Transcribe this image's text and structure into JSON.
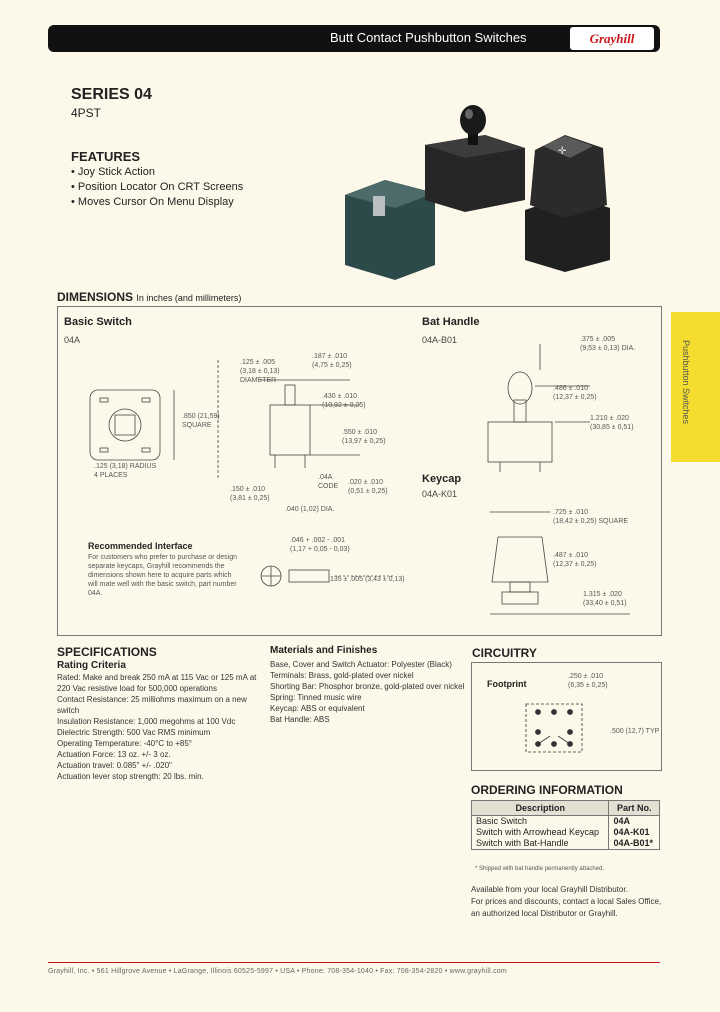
{
  "header": {
    "title": "Butt Contact Pushbutton Switches",
    "brand": "Grayhill"
  },
  "series": {
    "title": "SERIES 04",
    "subtitle": "4PST"
  },
  "features": {
    "heading": "FEATURES",
    "items": [
      "• Joy Stick Action",
      "• Position Locator On CRT Screens",
      "• Moves Cursor On Menu Display"
    ]
  },
  "side_tab": {
    "label": "Pushbutton Switches"
  },
  "dimensions": {
    "heading": "DIMENSIONS",
    "heading_note": "In inches (and millimeters)",
    "basic": {
      "label": "Basic Switch",
      "part": "04A",
      "d1": ".125 ± .005",
      "d1b": "(3,18 ± 0,13)",
      "d1c": "DIAMETER",
      "d2": ".187 ± .010",
      "d2b": "(4,75 ± 0,25)",
      "d3": ".850 (21,59)",
      "d3b": "SQUARE",
      "d4": ".430 ± .010",
      "d4b": "(10,92 ± 0,25)",
      "d5": ".550 ± .010",
      "d5b": "(13,97 ± 0,25)",
      "d6": ".125 (3,18) RADIUS",
      "d6b": "4 PLACES",
      "d7": ".150 ± .010",
      "d7b": "(3,81 ± 0,25)",
      "d8": ".04A",
      "d8b": "CODE",
      "d9": ".020 ± .010",
      "d9b": "(0,51 ± 0,25)",
      "d10": ".040 (1,02) DIA."
    },
    "bat": {
      "label": "Bat Handle",
      "part": "04A-B01",
      "d1": ".375 ± .005",
      "d1b": "(9,53 ± 0,13) DIA.",
      "d2": ".486 ± .010",
      "d2b": "(12,37 ± 0,25)",
      "d3": "1.210 ± .020",
      "d3b": "(30,85 ± 0,51)"
    },
    "keycap": {
      "label": "Keycap",
      "part": "04A-K01",
      "d1": ".725 ± .010",
      "d1b": "(18,42 ± 0,25) SQUARE",
      "d2": ".487 ± .010",
      "d2b": "(12,37 ± 0,25)",
      "d3": "1.315 ± .020",
      "d3b": "(33,40 ± 0,51)"
    },
    "recommended": {
      "heading": "Recommended Interface",
      "text": "For customers who prefer to purchase or design separate keycaps, Grayhill recommends the dimensions shown here to acquire parts which will mate well with the basic switch, part number 04A.",
      "d1": ".046 + .002 - .001",
      "d1b": "(1,17 + 0,05 - 0,03)",
      "d2": ".135 ± .005",
      "d2b": "(3,43 ± 0,13)"
    }
  },
  "specifications": {
    "heading": "SPECIFICATIONS",
    "sub": "Rating Criteria",
    "lines": [
      "Rated: Make and break 250 mA at 115 Vac or 125 mA at",
      "220 Vac resistive load for 500,000 operations",
      "Contact Resistance: 25 milliohms maximum on a new switch",
      "Insulation Resistance: 1,000 megohms at 100 Vdc",
      "Dielectric Strength: 500 Vac RMS minimum",
      "Operating Temperature: -40°C to +85°",
      "Actuation Force: 13 oz. +/- 3 oz.",
      "Actuation travel: 0.085\" +/- .020\"",
      "Actuation lever stop strength: 20 lbs. min."
    ]
  },
  "materials": {
    "heading": "Materials and Finishes",
    "lines": [
      "Base, Cover and Switch Actuator: Polyester (Black)",
      "Terminals: Brass, gold-plated over nickel",
      "Shorting Bar: Phosphor bronze, gold-plated over nickel",
      "Spring: Tinned music wire",
      "Keycap: ABS or equivalent",
      "Bat Handle: ABS"
    ]
  },
  "circuitry": {
    "heading": "CIRCUITRY",
    "footprint": "Footprint",
    "d1": ".250 ± .010",
    "d1b": "(6,35 ± 0,25)",
    "d2": ".500 (12,7) TYP"
  },
  "ordering": {
    "heading": "ORDERING INFORMATION",
    "col_desc": "Description",
    "col_part": "Part No.",
    "rows": [
      {
        "desc": "Basic Switch",
        "part": "04A"
      },
      {
        "desc": "Switch with Arrowhead Keycap",
        "part": "04A-K01"
      },
      {
        "desc": "Switch with Bat-Handle",
        "part": "04A-B01*"
      }
    ],
    "note": "* Shipped with bat handle permanently attached."
  },
  "availability": {
    "line1": "Available from your local Grayhill Distributor.",
    "line2": "For prices and discounts, contact a local Sales Office,",
    "line3": "an authorized local Distributor or Grayhill."
  },
  "footer": {
    "text": "Grayhill, Inc. • 561 Hillgrove Avenue • LaGrange, Illinois 60525-5997 • USA • Phone: 708-354-1040 • Fax: 708-354-2820 • www.grayhill.com"
  }
}
